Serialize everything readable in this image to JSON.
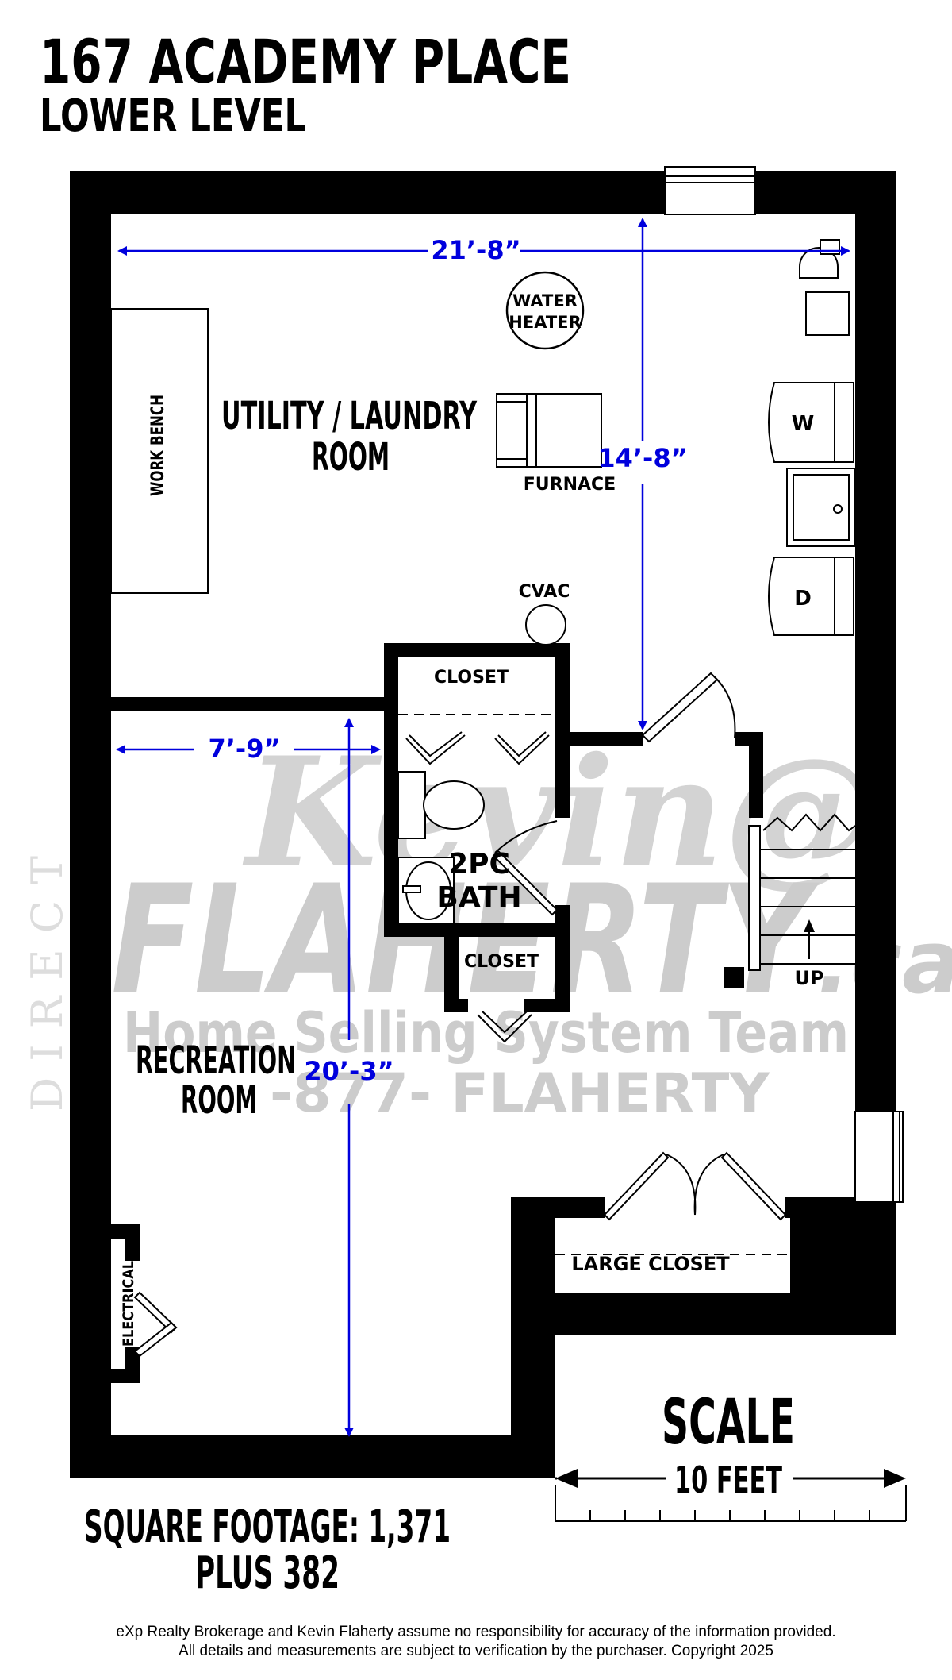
{
  "header": {
    "title": "167 ACADEMY PLACE",
    "subtitle": "LOWER LEVEL"
  },
  "rooms": {
    "utility_line1": "UTILITY / LAUNDRY",
    "utility_line2": "ROOM",
    "recreation_line1": "RECREATION",
    "recreation_line2": "ROOM",
    "bath_line1": "2PC",
    "bath_line2": "BATH",
    "closet_upper": "CLOSET",
    "closet_lower": "CLOSET",
    "large_closet": "LARGE CLOSET"
  },
  "fixtures": {
    "work_bench": "WORK BENCH",
    "water_heater_line1": "WATER",
    "water_heater_line2": "HEATER",
    "furnace": "FURNACE",
    "cvac": "CVAC",
    "washer": "W",
    "dryer": "D",
    "electrical": "ELECTRICAL",
    "stairs_up": "UP"
  },
  "dimensions": {
    "utility_width": "21’-8”",
    "utility_depth": "14’-8”",
    "recreation_width": "7’-9”",
    "recreation_depth": "20’-3”"
  },
  "scale": {
    "label": "SCALE",
    "length": "10 FEET"
  },
  "area": {
    "line1": "SQUARE FOOTAGE: 1,371",
    "line2": "PLUS 382"
  },
  "watermark": {
    "side_text": "DIRECT",
    "brand_script": "Kevin@",
    "brand_main": "FLAHERTY",
    "brand_suffix": ".ca",
    "tagline": "Home Selling System Team",
    "phone": "-877- FLAHERTY"
  },
  "disclaimer": {
    "line1": "eXp Realty Brokerage and Kevin Flaherty assume no responsibility for accuracy of the information provided.",
    "line2": "All details and measurements are subject to verification by the purchaser.  Copyright 2025"
  },
  "colors": {
    "wall": "#000000",
    "dimension": "#0000dd",
    "watermark": "#cccccc"
  }
}
